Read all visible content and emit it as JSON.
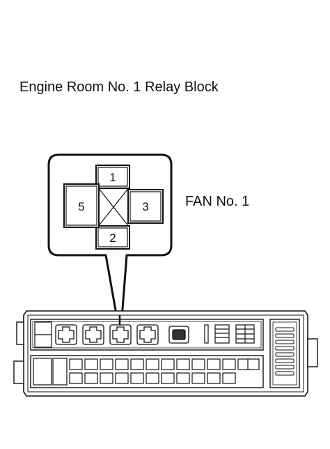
{
  "title": "Engine Room No. 1 Relay Block",
  "relay": {
    "name": "FAN No. 1",
    "pins": [
      "1",
      "2",
      "3",
      "5"
    ]
  }
}
